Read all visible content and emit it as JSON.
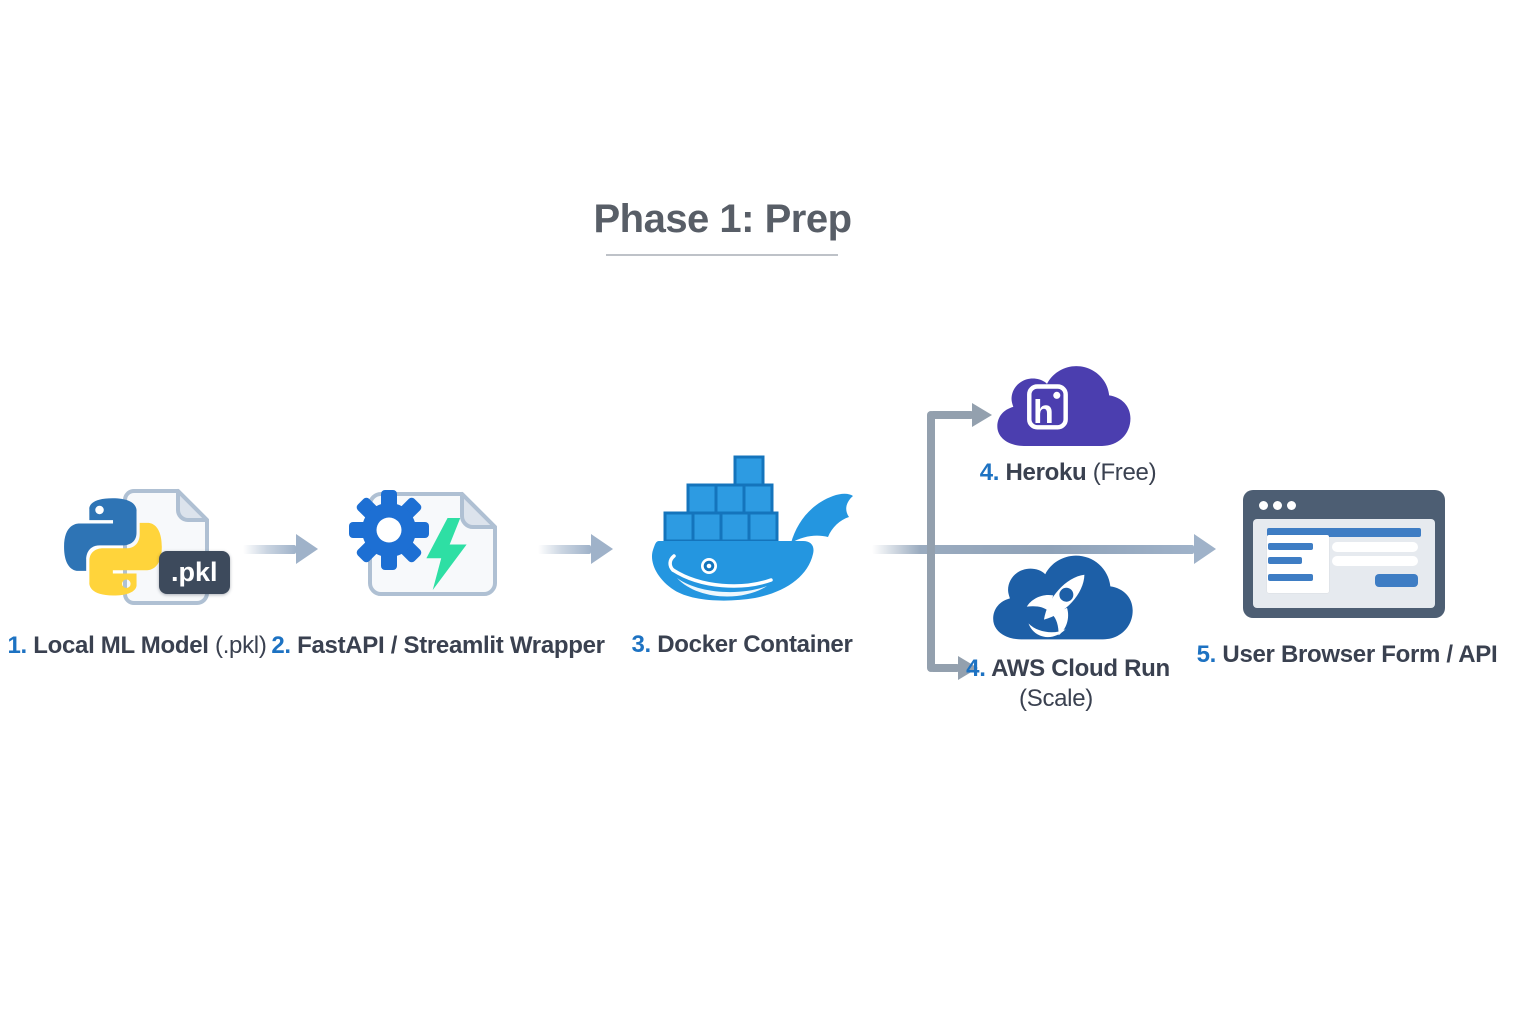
{
  "title": {
    "text": "Phase 1: Prep"
  },
  "steps": [
    {
      "num": "1.",
      "label": "Local ML Model",
      "suffix": "(.pkl)",
      "icon": "python-file-pkl-icon",
      "badge": ".pkl"
    },
    {
      "num": "2.",
      "label": "FastAPI / Streamlit Wrapper",
      "suffix": "",
      "icon": "gear-lightning-file-icon"
    },
    {
      "num": "3.",
      "label": "Docker Container",
      "suffix": "",
      "icon": "docker-whale-icon"
    },
    {
      "num": "4.",
      "label": "Heroku",
      "suffix": "(Free)",
      "icon": "heroku-cloud-icon",
      "glyph": "h"
    },
    {
      "num": "4.",
      "label": "AWS Cloud Run",
      "suffix": "(Scale)",
      "icon": "aws-cloud-rocket-icon"
    },
    {
      "num": "5.",
      "label": "User Browser Form / API",
      "suffix": "",
      "icon": "browser-window-icon"
    }
  ],
  "colors": {
    "title-text": "#585E67",
    "underline-gray": "#BEC2C8",
    "label-text": "#3A4150",
    "number-blue": "#1D72C2",
    "arrow-gray": "#9FB2C9",
    "connector-gray": "#93A0AE",
    "python-blue": "#2E74B5",
    "python-yellow": "#FFD43B",
    "doc-fill": "#F7F9FB",
    "doc-border": "#AFC0D3",
    "doc-fold": "#DCE3EC",
    "pkl-badge-bg": "#3D4A5C",
    "gear-blue": "#1D6FD3",
    "lightning-teal": "#2EDFA4",
    "docker-blue": "#2496E0",
    "docker-box-fill": "#2D9BE2",
    "docker-box-stroke": "#1474BC",
    "heroku-purple": "#4B3EAF",
    "aws-blue": "#1D5FA7",
    "browser-frame": "#4D5E73",
    "browser-bg": "#E6EAEF",
    "browser-blue": "#3E7DC4"
  }
}
